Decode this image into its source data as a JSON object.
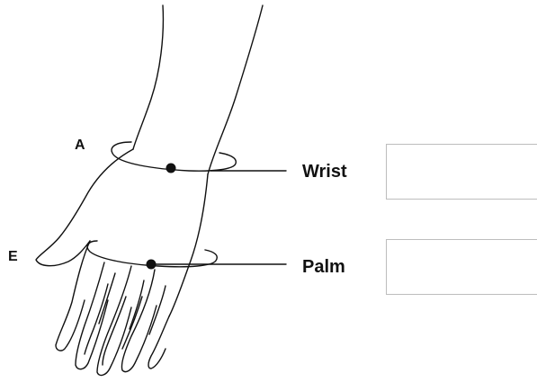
{
  "diagram": {
    "point_labels": {
      "a": "A",
      "e": "E"
    },
    "measurements": [
      {
        "key": "wrist",
        "label": "Wrist",
        "value": ""
      },
      {
        "key": "palm",
        "label": "Palm",
        "value": ""
      }
    ]
  }
}
